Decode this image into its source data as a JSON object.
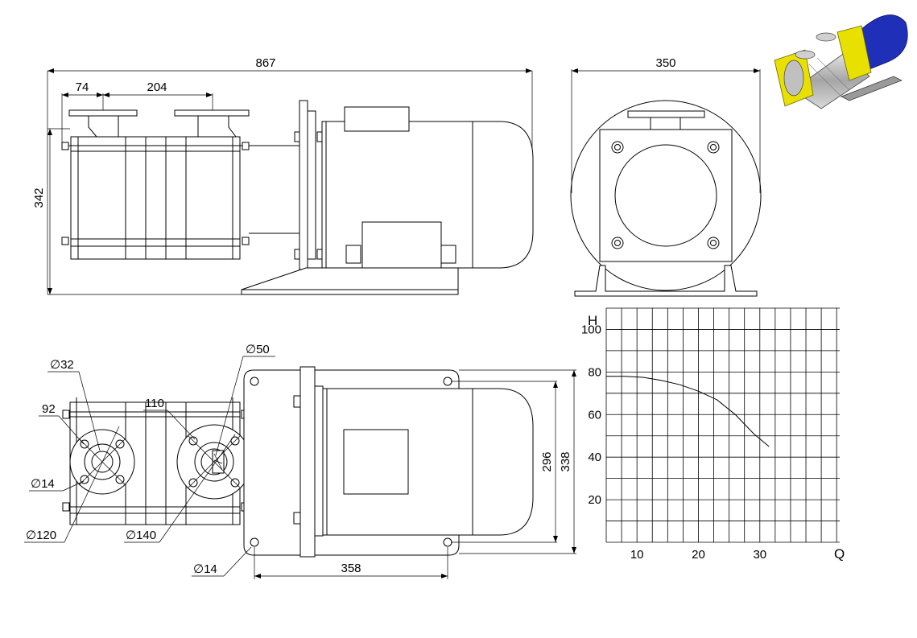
{
  "views": {
    "side": {
      "overall_length": "867",
      "dim_74": "74",
      "dim_204": "204",
      "height": "342"
    },
    "front": {
      "width": "350"
    },
    "top": {
      "dia_32": "∅32",
      "dim_92": "92",
      "dim_110": "110",
      "dia_50": "∅50",
      "dia_14_flange": "∅14",
      "dia_120": "∅120",
      "dia_140": "∅140",
      "dia_14_base": "∅14",
      "dim_358": "358",
      "dim_296": "296",
      "dim_338": "338"
    }
  },
  "colors": {
    "motor_blue": "#1f2fb8",
    "flange_yellow": "#e8e000",
    "housing_grey": "#b8b8b8"
  },
  "chart_data": {
    "type": "line",
    "title": "",
    "xlabel": "Q",
    "ylabel": "H",
    "xlim": [
      5,
      43
    ],
    "ylim": [
      0,
      110
    ],
    "x_ticks": [
      10,
      20,
      30
    ],
    "y_ticks": [
      20,
      40,
      60,
      80,
      100
    ],
    "x_tick_labels": [
      "10",
      "20",
      "30"
    ],
    "y_tick_labels": [
      "20",
      "40",
      "60",
      "80",
      "100"
    ],
    "grid": true,
    "series": [
      {
        "x": [
          5,
          8,
          11,
          14,
          17,
          20,
          23,
          26,
          29,
          31.5
        ],
        "y": [
          78,
          78,
          77.5,
          76,
          74,
          71,
          67,
          60,
          51,
          45
        ]
      }
    ]
  }
}
